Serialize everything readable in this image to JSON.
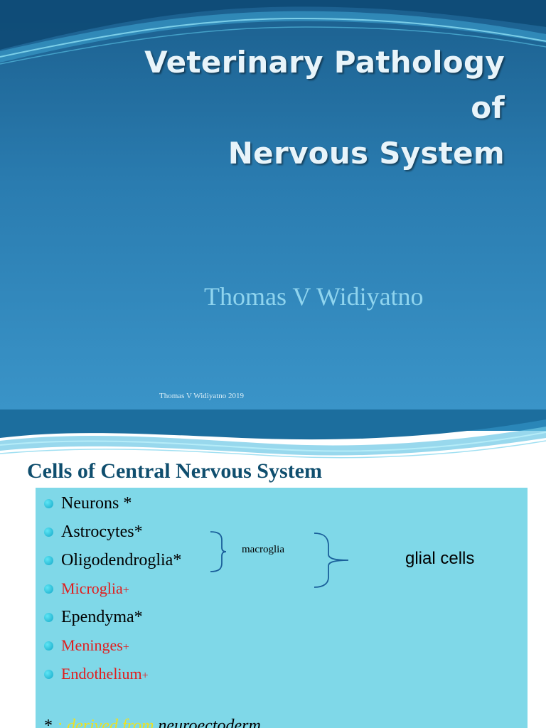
{
  "slide1": {
    "title_lines": [
      "Veterinary Pathology",
      "of",
      "Nervous System"
    ],
    "author": "Thomas V Widiyatno",
    "footer": "Thomas V Widiyatno 2019"
  },
  "slide2": {
    "title": "Cells of Central Nervous System",
    "items": [
      {
        "label": "Neurons",
        "mark": " *",
        "color": "#000000"
      },
      {
        "label": "Astrocytes",
        "mark": "*",
        "color": "#000000"
      },
      {
        "label": "Oligodendroglia",
        "mark": "*",
        "color": "#000000"
      },
      {
        "label": "Microglia",
        "mark": "+",
        "color": "#e01e1e"
      },
      {
        "label": "Ependyma",
        "mark": "*",
        "color": "#000000"
      },
      {
        "label": "Meninges",
        "mark": "+",
        "color": "#e01e1e"
      },
      {
        "label": "Endothelium",
        "mark": "+",
        "color": "#e01e1e"
      }
    ],
    "macroglia_label": "macroglia",
    "glial_label": "glial cells",
    "footnote": {
      "star": "* ",
      "derived": ": derived from ",
      "origin": "neuroectoderm"
    }
  },
  "colors": {
    "accent_dark": "#0f4e6e",
    "box": "#7fd8e8",
    "red": "#e01e1e",
    "author": "#8fd4ee"
  }
}
